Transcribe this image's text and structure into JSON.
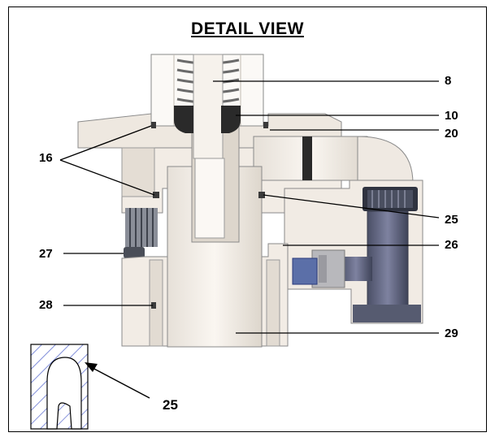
{
  "title": "DETAIL VIEW",
  "callouts": {
    "c8": "8",
    "c10": "10",
    "c20": "20",
    "c16": "16",
    "c25_right": "25",
    "c26": "26",
    "c27": "27",
    "c28": "28",
    "c29": "29",
    "c25_inset": "25"
  },
  "colors": {
    "body": "#f3ede6",
    "body_shadow": "#ddd6cd",
    "outline": "#6a6a6a",
    "gray_part": "#5a5f6a",
    "blue_part": "#5b6fa8",
    "hatch": "#3a4fc4",
    "seal": "#2a2a2a"
  }
}
